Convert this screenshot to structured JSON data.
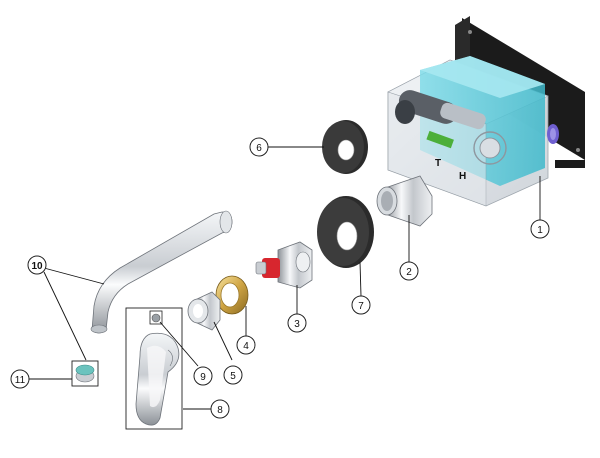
{
  "callouts": {
    "c1": "1",
    "c2": "2",
    "c3": "3",
    "c4": "4",
    "c5": "5",
    "c6": "6",
    "c7": "7",
    "c8": "8",
    "c9": "9",
    "c10": "10",
    "c11": "11"
  },
  "box_markings": {
    "cold": "T",
    "hot": "H"
  },
  "colors": {
    "housing_glass": "#dfe4ea",
    "cyan_body": "#5fd0df",
    "mount_frame": "#1b1b1b",
    "chrome_light": "#f2f4f6",
    "chrome_dark": "#8b9097",
    "brass": "#d7b456",
    "cartridge_red": "#d7262e",
    "aerator_teal": "#6bc3be",
    "valve_blue": "#6f5fd0",
    "green_indicator": "#4caf3a"
  }
}
